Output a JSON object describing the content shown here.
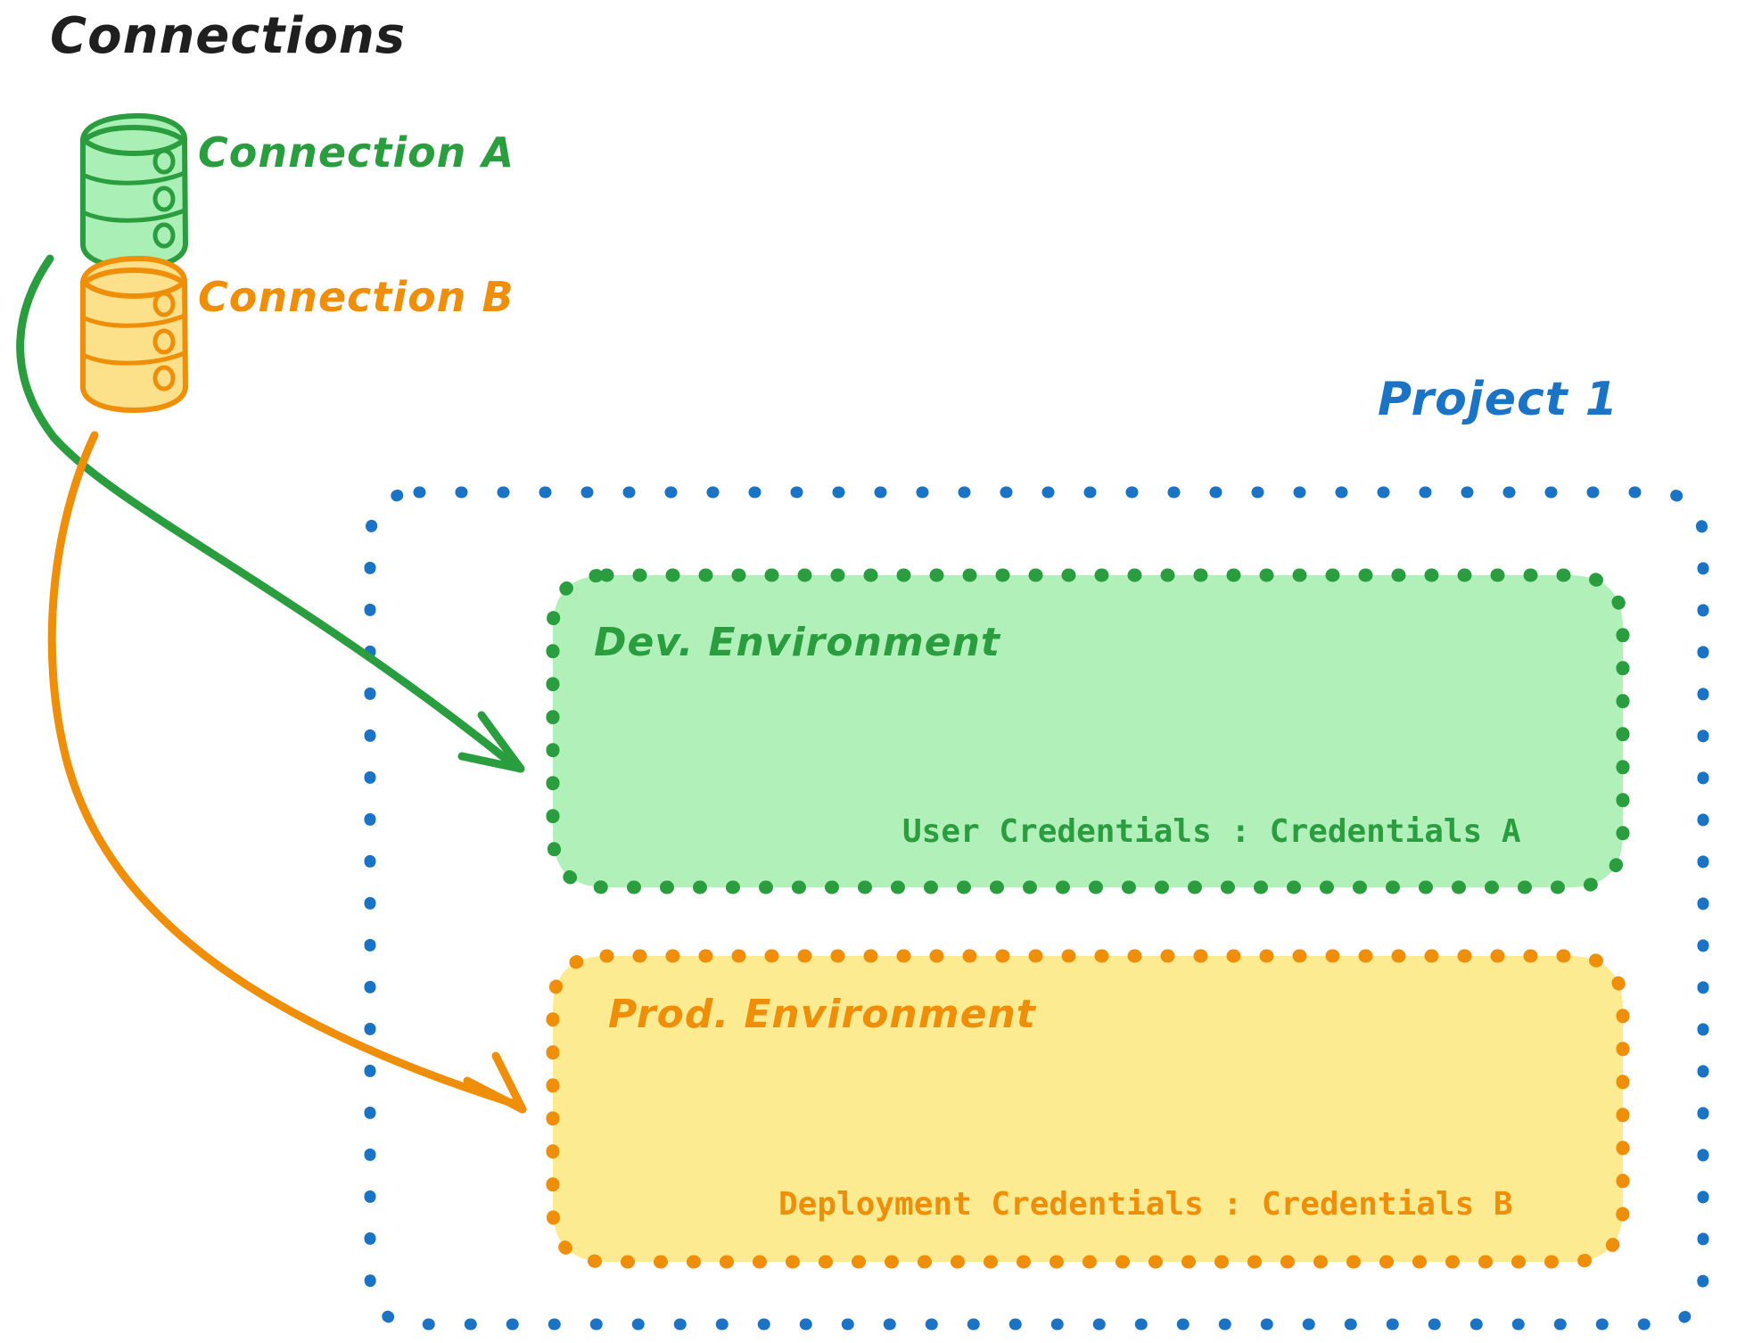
{
  "diagram": {
    "type": "architecture-diagram",
    "title": "Connections",
    "background": "#ffffff"
  },
  "connections": {
    "heading": "Connections",
    "heading_color": "#1f1f1f",
    "items": [
      {
        "id": "connection-a",
        "label": "Connection A",
        "icon": "database-cylinder-icon",
        "color": "#2a9d3f",
        "fill": "#aaefb5",
        "target": "Dev. Environment"
      },
      {
        "id": "connection-b",
        "label": "Connection B",
        "icon": "database-cylinder-icon",
        "color": "#ef8e08",
        "fill": "#fde08a",
        "target": "Prod. Environment"
      }
    ]
  },
  "project": {
    "label": "Project 1",
    "label_color": "#1a73c4",
    "border_color": "#1a73c4",
    "border_style": "dotted",
    "environments": [
      {
        "id": "dev-environment",
        "title": "Dev. Environment",
        "credentials_key": "User Credentials",
        "credentials_separator": ":",
        "credentials_value": "Credentials A",
        "credentials_line": "User Credentials : Credentials A",
        "accent_color": "#2a9d3f",
        "fill_color": "#b2f0ba",
        "border_style": "dotted"
      },
      {
        "id": "prod-environment",
        "title": "Prod. Environment",
        "credentials_key": "Deployment Credentials",
        "credentials_separator": ":",
        "credentials_value": "Credentials B",
        "credentials_line": "Deployment Credentials : Credentials B",
        "accent_color": "#ef8e08",
        "fill_color": "#fdeb91",
        "border_style": "dotted"
      }
    ]
  },
  "arrows": [
    {
      "id": "arrow-connection-a-to-dev",
      "from": "connection-a",
      "to": "dev-environment",
      "color": "#2a9d3f",
      "style": "curved-hand-drawn"
    },
    {
      "id": "arrow-connection-b-to-prod",
      "from": "connection-b",
      "to": "prod-environment",
      "color": "#ef8e08",
      "style": "curved-hand-drawn"
    }
  ],
  "colors": {
    "green_stroke": "#2a9d3f",
    "green_fill": "#b2f0ba",
    "orange_stroke": "#ef8e08",
    "orange_fill": "#fdeb91",
    "blue_stroke": "#1a73c4",
    "black_text": "#1f1f1f"
  }
}
